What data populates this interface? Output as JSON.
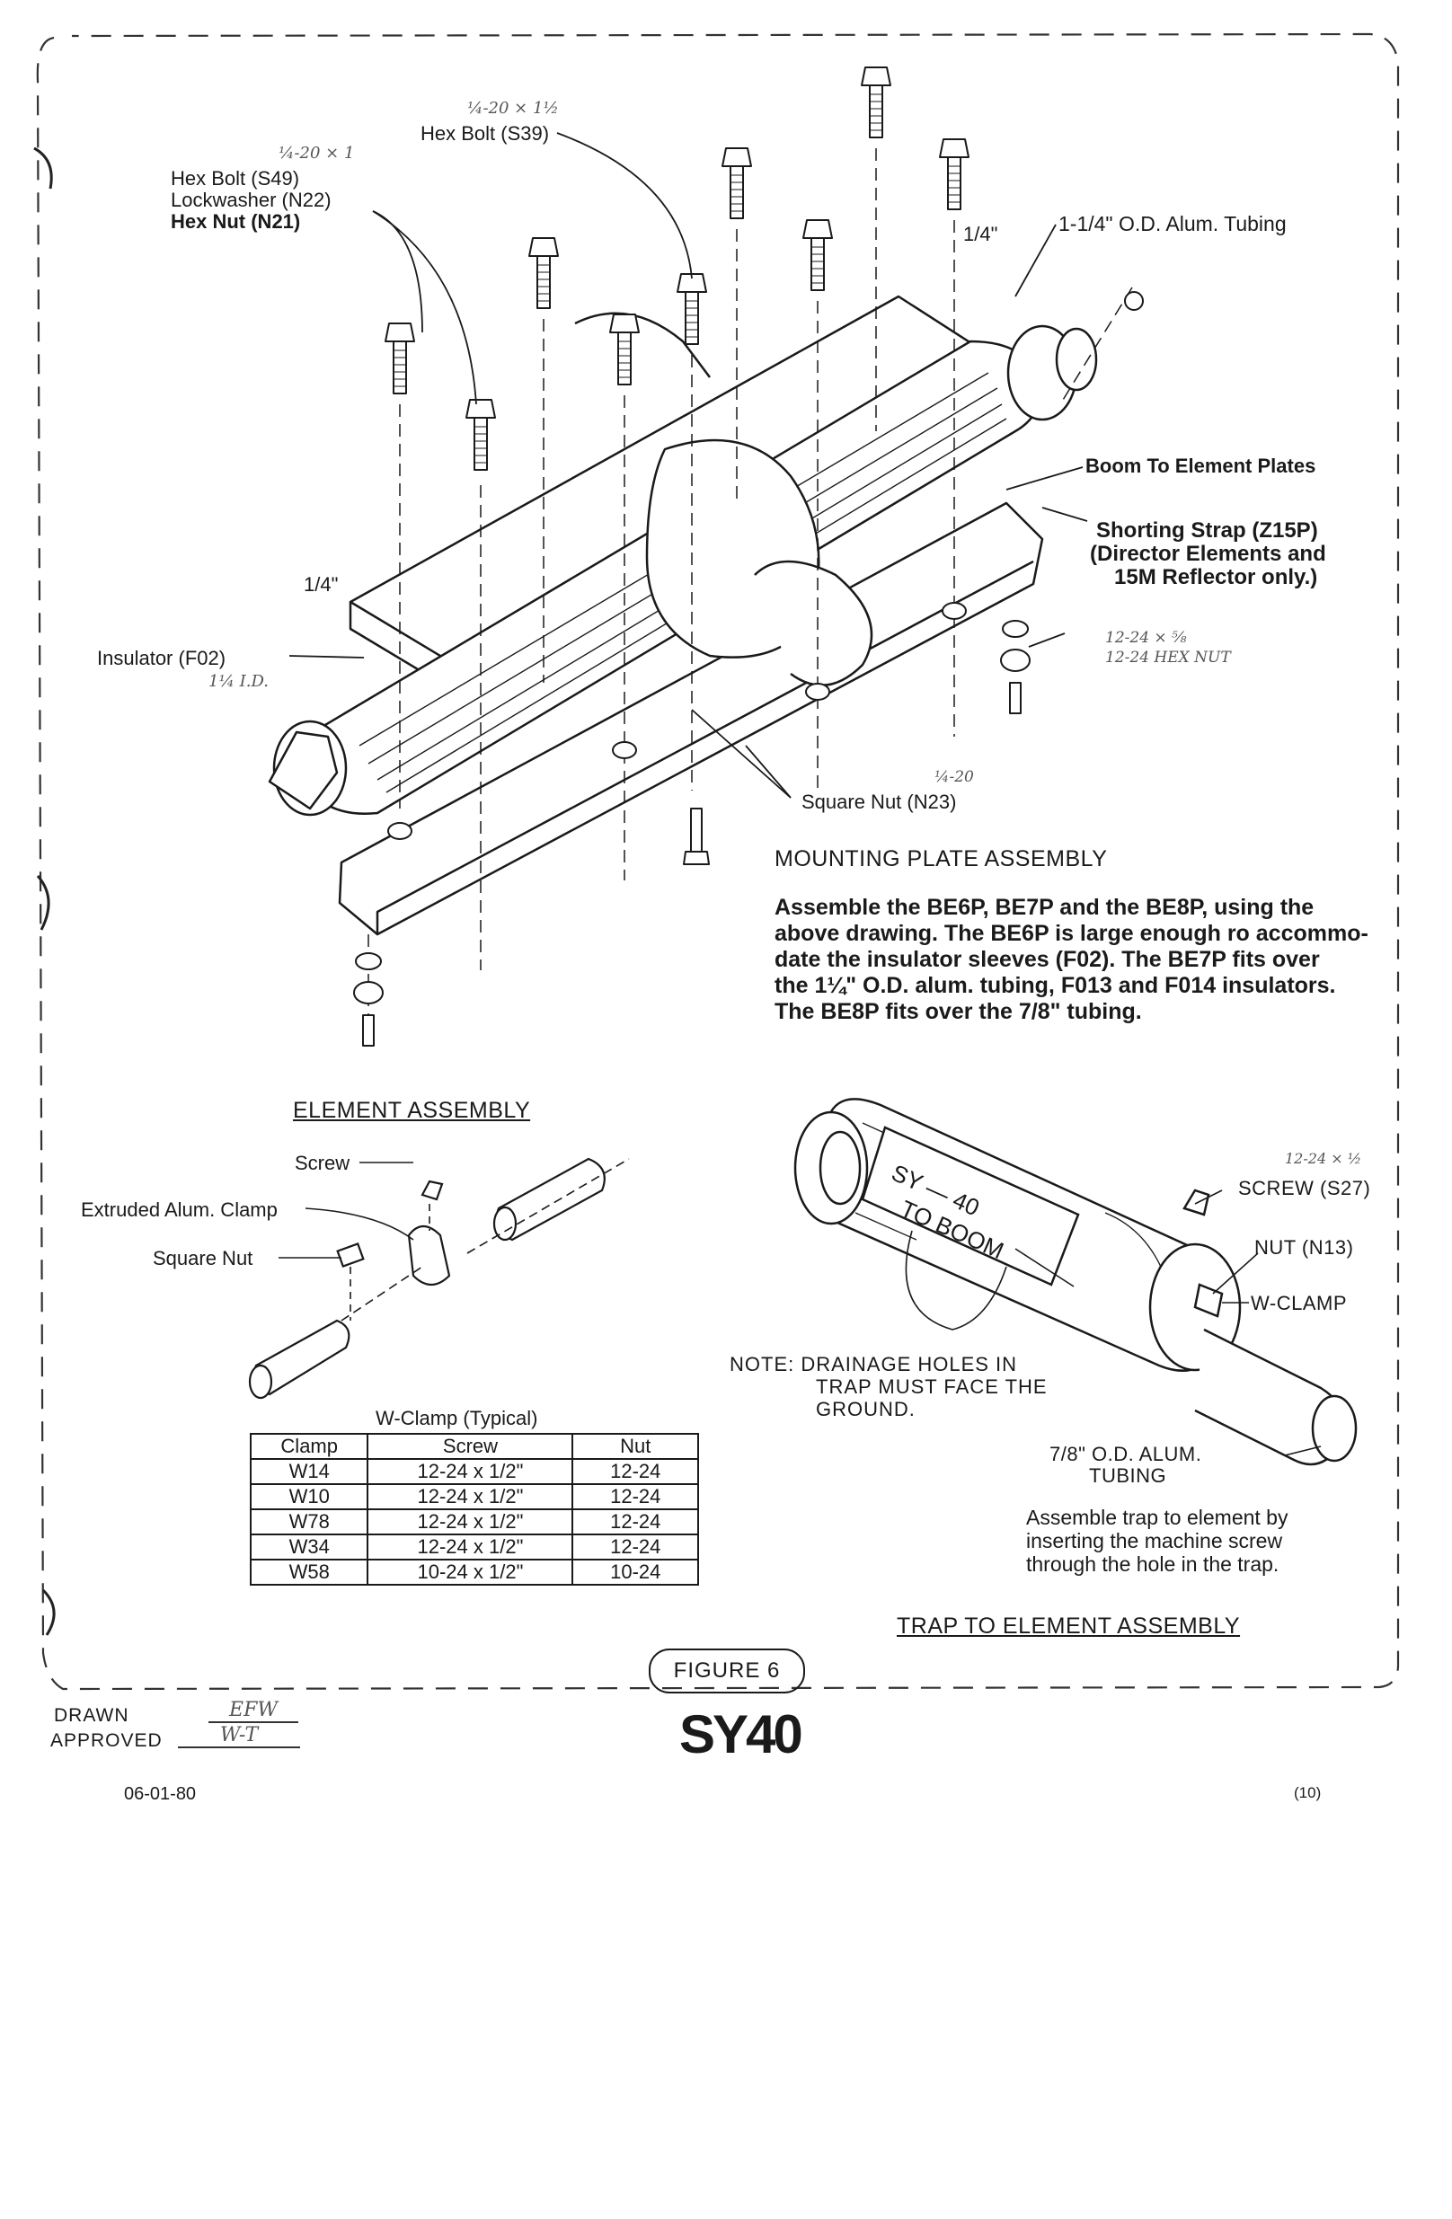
{
  "top_labels": {
    "hex_bolt_s49": "Hex Bolt (S49)",
    "lockwasher_n22": "Lockwasher (N22)",
    "hex_nut_n21": "Hex Nut (N21)",
    "hex_bolt_s39": "Hex Bolt (S39)",
    "quarter_inch_top": "1/4\"",
    "alum_tubing": "1-1/4\" O.D. Alum. Tubing",
    "boom_plates": "Boom To Element Plates",
    "shorting_strap_1": "Shorting Strap (Z15P)",
    "shorting_strap_2": "(Director Elements and",
    "shorting_strap_3": "15M Reflector only.)",
    "quarter_inch_left": "1/4\"",
    "insulator_f02": "Insulator (F02)",
    "square_nut_n23": "Square Nut (N23)"
  },
  "handwritten": {
    "note_s49": "¼-20 × 1",
    "note_s39": "¼-20 × 1½",
    "note_f02": "1¼ I.D.",
    "note_square_nut": "¼-20",
    "note_shorting_1": "12-24 × ⅝",
    "note_shorting_2": "12-24 HEX NUT",
    "note_screw": "12-24 × ½"
  },
  "mounting": {
    "heading": "MOUNTING PLATE ASSEMBLY",
    "para_lines": [
      "Assemble the BE6P, BE7P and the BE8P, using the",
      "above drawing. The BE6P is large enough ro accommo-",
      "date the insulator sleeves (F02). The BE7P fits over",
      "the 1¼\" O.D. alum. tubing, F013 and F014 insulators.",
      "The BE8P fits over the 7/8\" tubing."
    ]
  },
  "element_assembly": {
    "heading": "ELEMENT ASSEMBLY",
    "screw": "Screw",
    "clamp": "Extruded Alum. Clamp",
    "square_nut": "Square Nut"
  },
  "wclamp_table": {
    "title": "W-Clamp (Typical)",
    "headers": [
      "Clamp",
      "Screw",
      "Nut"
    ],
    "rows": [
      [
        "W14",
        "12-24 x 1/2\"",
        "12-24"
      ],
      [
        "W10",
        "12-24 x 1/2\"",
        "12-24"
      ],
      [
        "W78",
        "12-24 x 1/2\"",
        "12-24"
      ],
      [
        "W34",
        "12-24 x 1/2\"",
        "12-24"
      ],
      [
        "W58",
        "10-24 x 1/2\"",
        "10-24"
      ]
    ]
  },
  "trap": {
    "tube_text_1": "SY — 40",
    "tube_text_2": "TO BOOM",
    "screw_s27": "SCREW (S27)",
    "nut_n13": "NUT (N13)",
    "w_clamp": "W-CLAMP",
    "note_1": "NOTE: DRAINAGE HOLES IN",
    "note_2": "TRAP MUST FACE THE",
    "note_3": "GROUND.",
    "tubing_1": "7/8\" O.D. ALUM.",
    "tubing_2": "TUBING",
    "para_lines": [
      "Assemble trap to element by",
      "inserting the machine screw",
      "through the hole in the trap."
    ],
    "heading": "TRAP TO ELEMENT ASSEMBLY"
  },
  "footer": {
    "figure": "FIGURE 6",
    "drawn_label": "DRAWN",
    "drawn_sig": "EFW",
    "approved_label": "APPROVED",
    "approved_sig": "W-T",
    "model": "SY40",
    "date": "06-01-80",
    "page": "(10)"
  }
}
